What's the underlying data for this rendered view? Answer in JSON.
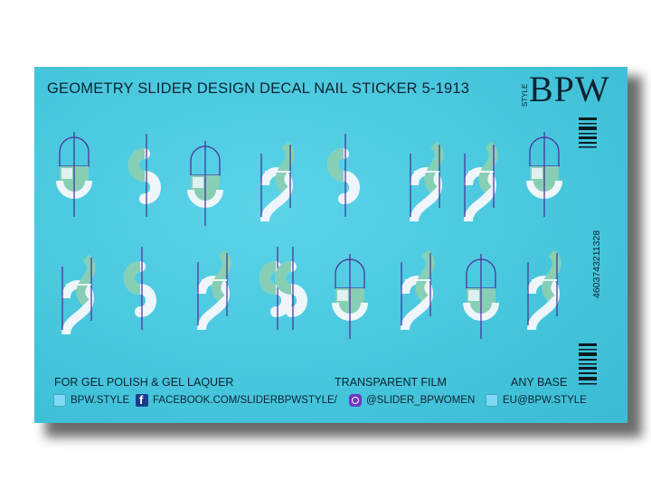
{
  "sticker": {
    "title": "GEOMETRY SLIDER DESIGN DECAL NAIL STICKER 5-1913",
    "brand_style": "STYLE",
    "brand": "BPW",
    "barcode_number": "4603743211328",
    "footer": {
      "gel": "FOR GEL POLISH & GEL LAQUER",
      "film": "TRANSPARENT FILM",
      "base": "ANY BASE"
    },
    "social": {
      "site": "BPW.STYLE",
      "facebook": "FACEBOOK.COM/SLIDERBPWSTYLE/",
      "instagram": "@SLIDER_BPWOMEN",
      "email": "EU@BPW.STYLE"
    }
  },
  "colors": {
    "card": "#4ccbe0",
    "mint": "#86cfb4",
    "white": "#eef6fb",
    "purple": "#4b2a9a",
    "text": "#0b2330"
  },
  "icons": [
    "web-square-icon",
    "facebook-icon",
    "instagram-icon",
    "mail-square-icon"
  ]
}
